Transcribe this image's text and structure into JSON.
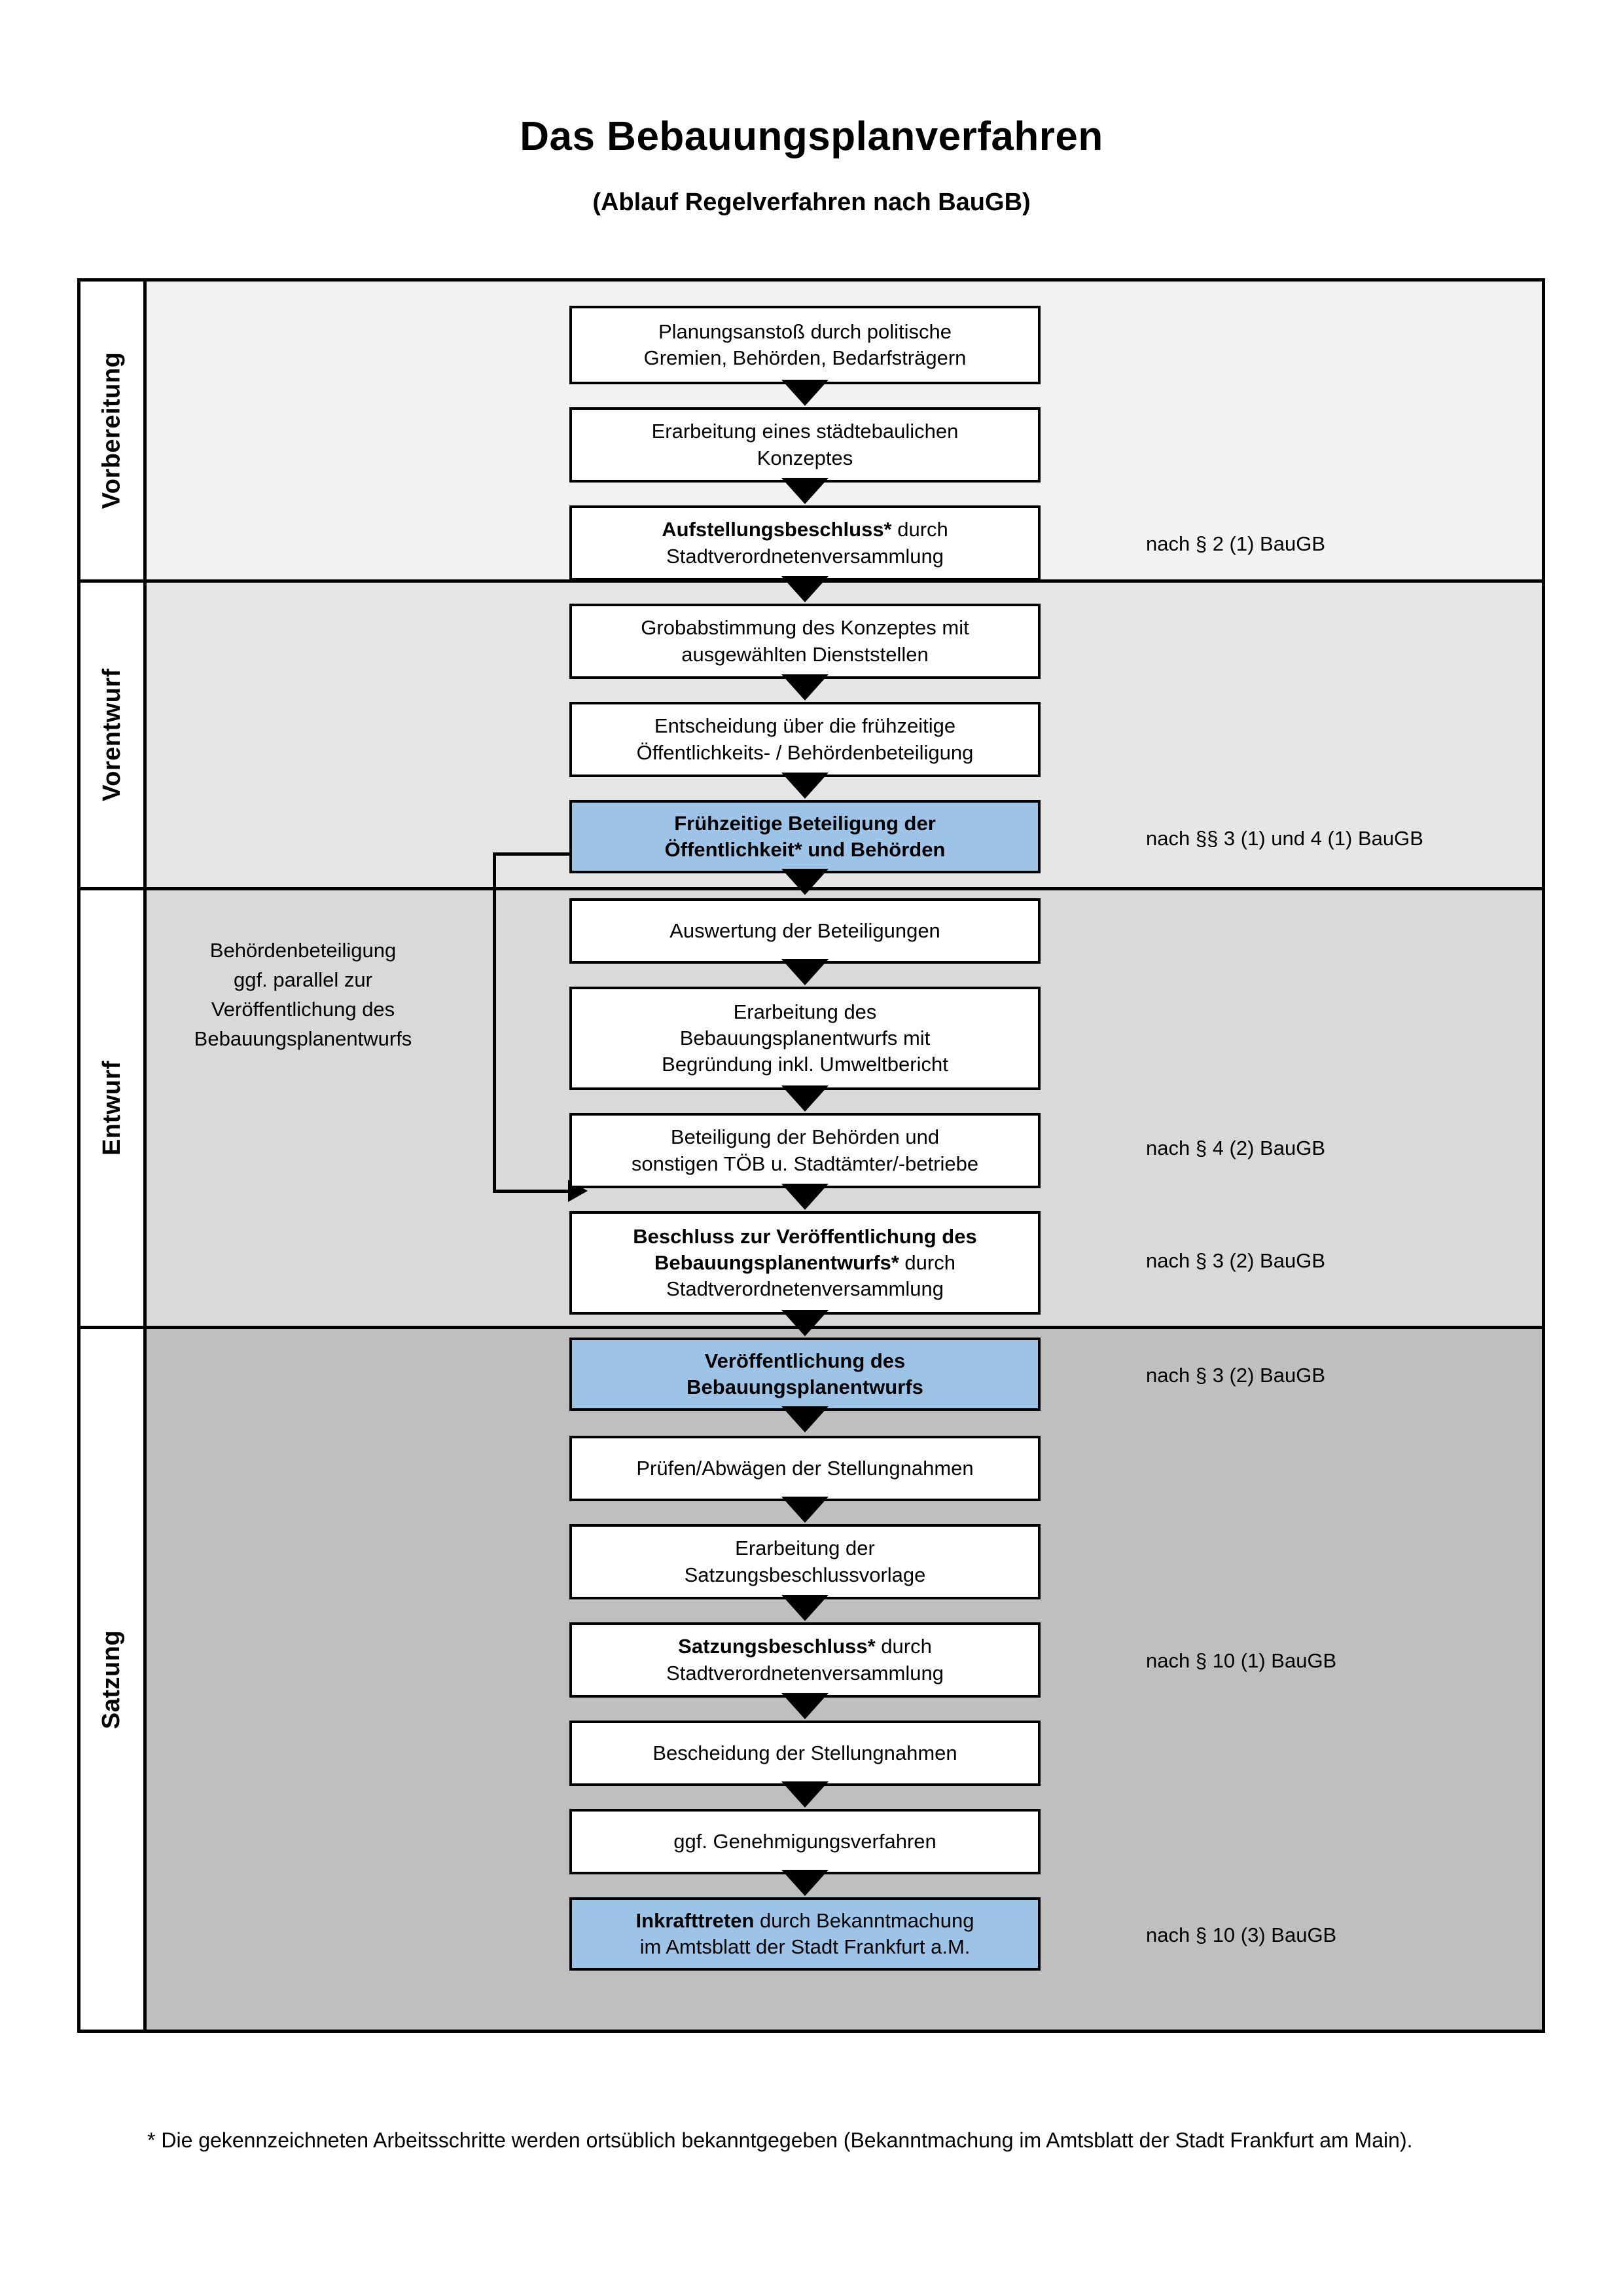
{
  "header": {
    "title": "Das Bebauungsplanverfahren",
    "subtitle": "(Ablauf Regelverfahren nach BauGB)"
  },
  "colors": {
    "highlight_box": "#9DC3E6",
    "phase_1_bg": "#F2F2F2",
    "phase_2_bg": "#E6E6E6",
    "phase_3_bg": "#D9D9D9",
    "phase_4_bg": "#BFBFBF",
    "border": "#000000"
  },
  "phases": [
    {
      "label": "Vorbereitung"
    },
    {
      "label": "Vorentwurf"
    },
    {
      "label": "Entwurf"
    },
    {
      "label": "Satzung"
    }
  ],
  "nodes": [
    {
      "id": "n1",
      "phase": "Vorbereitung",
      "line1": "Planungsanstoß durch politische",
      "line2": "Gremien, Behörden, Bedarfsträgern",
      "bold_prefix": "",
      "highlight": false
    },
    {
      "id": "n2",
      "phase": "Vorbereitung",
      "line1": "Erarbeitung eines städtebaulichen",
      "line2": "Konzeptes",
      "bold_prefix": "",
      "highlight": false
    },
    {
      "id": "n3",
      "phase": "Vorbereitung",
      "line1": "Aufstellungsbeschluss* durch",
      "line2": "Stadtverordnetenversammlung",
      "bold_prefix": "Aufstellungsbeschluss*",
      "highlight": false
    },
    {
      "id": "n4",
      "phase": "Vorentwurf",
      "line1": "Grobabstimmung des Konzeptes mit",
      "line2": "ausgewählten Dienststellen",
      "bold_prefix": "",
      "highlight": false
    },
    {
      "id": "n5",
      "phase": "Vorentwurf",
      "line1": "Entscheidung über die frühzeitige",
      "line2": "Öffentlichkeits- / Behördenbeteiligung",
      "bold_prefix": "",
      "highlight": false
    },
    {
      "id": "n6",
      "phase": "Vorentwurf",
      "line1": "Frühzeitige Beteiligung der",
      "line2": "Öffentlichkeit* und Behörden",
      "bold_prefix": "ALL",
      "highlight": true
    },
    {
      "id": "n7",
      "phase": "Entwurf",
      "line1": "Auswertung der Beteiligungen",
      "line2": "",
      "bold_prefix": "",
      "highlight": false
    },
    {
      "id": "n8",
      "phase": "Entwurf",
      "line1": "Erarbeitung des",
      "line2": "Bebauungsplanentwurfs mit",
      "line3": "Begründung inkl. Umweltbericht",
      "bold_prefix": "",
      "highlight": false
    },
    {
      "id": "n9",
      "phase": "Entwurf",
      "line1": "Beteiligung der Behörden und",
      "line2": "sonstigen TÖB u. Stadtämter/-betriebe",
      "bold_prefix": "",
      "highlight": false
    },
    {
      "id": "n10",
      "phase": "Entwurf",
      "line1": "Beschluss zur Veröffentlichung des",
      "line2": "Bebauungsplanentwurfs* durch",
      "line3": "Stadtverordnetenversammlung",
      "bold_prefix": "Beschluss zur Veröffentlichung des Bebauungsplanentwurfs*",
      "highlight": false
    },
    {
      "id": "n11",
      "phase": "Entwurf",
      "line1": "Veröffentlichung des",
      "line2": "Bebauungsplanentwurfs",
      "bold_prefix": "ALL",
      "highlight": true
    },
    {
      "id": "n12",
      "phase": "Satzung",
      "line1": "Prüfen/Abwägen der Stellungnahmen",
      "line2": "",
      "bold_prefix": "",
      "highlight": false
    },
    {
      "id": "n13",
      "phase": "Satzung",
      "line1": "Erarbeitung der",
      "line2": "Satzungsbeschlussvorlage",
      "bold_prefix": "",
      "highlight": false
    },
    {
      "id": "n14",
      "phase": "Satzung",
      "line1": "Satzungsbeschluss* durch",
      "line2": "Stadtverordnetenversammlung",
      "bold_prefix": "Satzungsbeschluss*",
      "highlight": false
    },
    {
      "id": "n15",
      "phase": "Satzung",
      "line1": "Bescheidung der Stellungnahmen",
      "line2": "",
      "bold_prefix": "",
      "highlight": false
    },
    {
      "id": "n16",
      "phase": "Satzung",
      "line1": "ggf. Genehmigungsverfahren",
      "line2": "",
      "bold_prefix": "",
      "highlight": false
    },
    {
      "id": "n17",
      "phase": "Satzung",
      "line1": "Inkrafttreten durch Bekanntmachung",
      "line2": "im Amtsblatt der Stadt Frankfurt a.M.",
      "bold_prefix": "Inkrafttreten",
      "highlight": true
    }
  ],
  "node_text": {
    "n1_l1": "Planungsanstoß durch politische",
    "n1_l2": "Gremien, Behörden, Bedarfsträgern",
    "n2_l1": "Erarbeitung eines städtebaulichen",
    "n2_l2": "Konzeptes",
    "n3_b": "Aufstellungsbeschluss*",
    "n3_l1": " durch",
    "n3_l2": "Stadtverordnetenversammlung",
    "n4_l1": "Grobabstimmung des Konzeptes mit",
    "n4_l2": "ausgewählten Dienststellen",
    "n5_l1": "Entscheidung über die frühzeitige",
    "n5_l2": "Öffentlichkeits- / Behördenbeteiligung",
    "n6_l1": "Frühzeitige Beteiligung der",
    "n6_l2": "Öffentlichkeit* und Behörden",
    "n7_l1": "Auswertung der Beteiligungen",
    "n8_l1": "Erarbeitung des",
    "n8_l2": "Bebauungsplanentwurfs mit",
    "n8_l3": "Begründung inkl. Umweltbericht",
    "n9_l1": "Beteiligung der Behörden und",
    "n9_l2": "sonstigen TÖB u. Stadtämter/-betriebe",
    "n10_b1": "Beschluss zur Veröffentlichung des",
    "n10_b2": "Bebauungsplanentwurfs*",
    "n10_l2": " durch",
    "n10_l3": "Stadtverordnetenversammlung",
    "n11_l1": "Veröffentlichung des",
    "n11_l2": "Bebauungsplanentwurfs",
    "n12_l1": "Prüfen/Abwägen der Stellungnahmen",
    "n13_l1": "Erarbeitung der",
    "n13_l2": "Satzungsbeschlussvorlage",
    "n14_b": "Satzungsbeschluss*",
    "n14_l1": " durch",
    "n14_l2": "Stadtverordnetenversammlung",
    "n15_l1": "Bescheidung der Stellungnahmen",
    "n16_l1": "ggf. Genehmigungsverfahren",
    "n17_b": "Inkrafttreten",
    "n17_l1": " durch Bekanntmachung",
    "n17_l2": "im Amtsblatt der Stadt Frankfurt a.M."
  },
  "side_note": {
    "line1": "Behördenbeteiligung",
    "line2": "ggf. parallel zur",
    "line3": "Veröffentlichung des",
    "line4": "Bebauungsplanentwurfs"
  },
  "legal_refs": [
    {
      "id": "r1",
      "text": "nach § 2 (1) BauGB",
      "for_node": "n3"
    },
    {
      "id": "r2",
      "text": "nach §§ 3 (1) und 4 (1) BauGB",
      "for_node": "n6"
    },
    {
      "id": "r3",
      "text": "nach § 4 (2) BauGB",
      "for_node": "n9"
    },
    {
      "id": "r4",
      "text": "nach § 3 (2) BauGB",
      "for_node": "n10"
    },
    {
      "id": "r5",
      "text": "nach § 3 (2) BauGB",
      "for_node": "n11"
    },
    {
      "id": "r6",
      "text": "nach § 10 (1) BauGB",
      "for_node": "n14"
    },
    {
      "id": "r7",
      "text": "nach § 10 (3) BauGB",
      "for_node": "n17"
    }
  ],
  "footnote": {
    "text": "* Die gekennzeichneten Arbeitsschritte werden ortsüblich bekanntgegeben (Bekanntmachung im Amtsblatt  der Stadt Frankfurt am Main)."
  }
}
